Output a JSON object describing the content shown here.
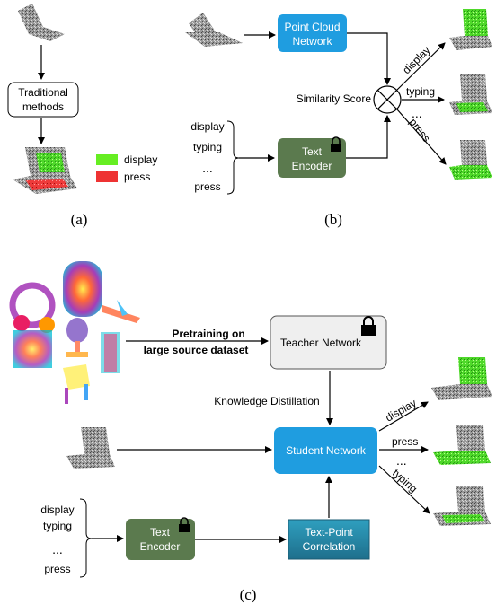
{
  "panel_a": {
    "caption": "(a)",
    "box_label": [
      "Traditional",
      "methods"
    ],
    "legend": [
      {
        "label": "display",
        "color": "#66ee22"
      },
      {
        "label": "press",
        "color": "#ee3333"
      }
    ]
  },
  "panel_b": {
    "caption": "(b)",
    "point_cloud_network": [
      "Point Cloud",
      "Network"
    ],
    "text_encoder": [
      "Text",
      "Encoder"
    ],
    "similarity_label": "Similarity Score",
    "text_list": {
      "item1": "display",
      "item2": "typing",
      "ellipsis": "...",
      "item3": "press"
    },
    "out_labels": {
      "top": "display",
      "mid": "typing",
      "ellipsis": "...",
      "bottom": "press"
    }
  },
  "panel_c": {
    "caption": "(c)",
    "teacher_network": "Teacher Network",
    "student_network": "Student Network",
    "text_encoder": [
      "Text",
      "Encoder"
    ],
    "text_point_correlation": [
      "Text-Point",
      "Correlation"
    ],
    "pretraining_label": [
      "Pretraining on",
      "large source dataset"
    ],
    "distillation_label": "Knowledge Distillation",
    "text_list": {
      "item1": "display",
      "item2": "typing",
      "ellipsis": "...",
      "item3": "press"
    },
    "out_labels": {
      "top": "display",
      "mid": "press",
      "ellipsis": "...",
      "bottom": "typing"
    }
  },
  "colors": {
    "blue_box": "#1f9de0",
    "green_box": "#5b7a4e",
    "teacher_box": "#efefef",
    "correlation_box": "#2a8fb0",
    "highlight_green": "#66ee22",
    "highlight_red": "#ee3333",
    "laptop_gray": "#8a8a8a"
  }
}
